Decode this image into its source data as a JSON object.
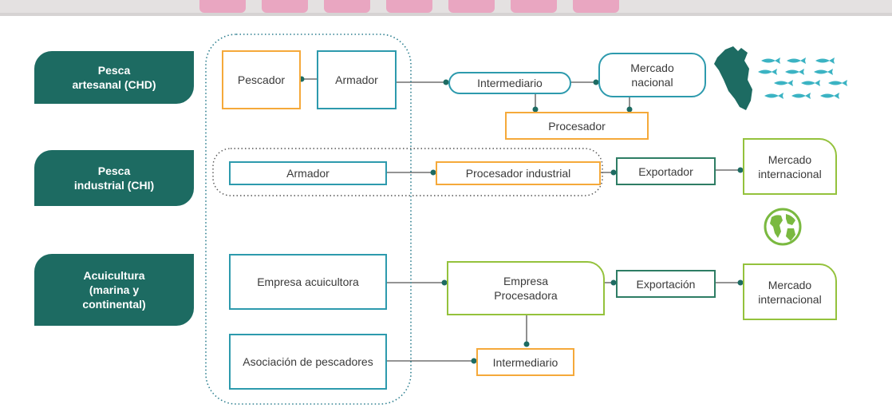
{
  "colors": {
    "category_bg": "#1d6b62",
    "orange": "#f5a93a",
    "teal": "#2d9aad",
    "dark_green": "#2e7d64",
    "light_green": "#94c23c",
    "fish": "#3bb3c3",
    "peru_map": "#1d6b62",
    "globe": "#7ab940"
  },
  "icons": [
    "peru-map-icon",
    "fish-school-icon",
    "globe-icon"
  ],
  "categories": {
    "artesanal": "Pesca\nartesanal (CHD)",
    "industrial": "Pesca\nindustrial (CHI)",
    "acuicultura": "Acuicultura\n(marina y\ncontinental)"
  },
  "row1": {
    "pescador": "Pescador",
    "armador": "Armador",
    "intermediario": "Intermediario",
    "mercado_nacional": "Mercado\nnacional",
    "procesador": "Procesador"
  },
  "row2": {
    "armador": "Armador",
    "procesador_industrial": "Procesador industrial",
    "exportador": "Exportador",
    "mercado_internacional": "Mercado\ninternacional"
  },
  "row3": {
    "empresa_acuicultora": "Empresa acuicultora",
    "empresa_procesadora": "Empresa\nProcesadora",
    "exportacion": "Exportación",
    "mercado_internacional": "Mercado\ninternacional",
    "asociacion": "Asociación de pescadores",
    "intermediario": "Intermediario"
  }
}
